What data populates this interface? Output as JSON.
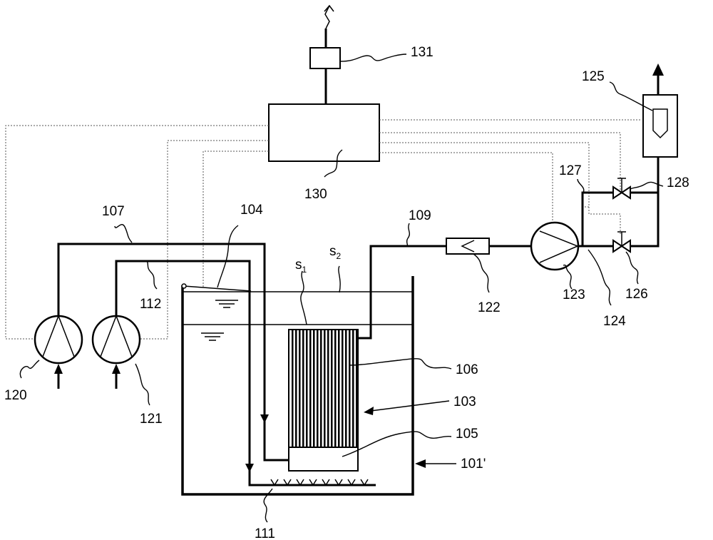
{
  "labels": {
    "l101": "101'",
    "l103": "103",
    "l104": "104",
    "l105": "105",
    "l106": "106",
    "l107": "107",
    "l109": "109",
    "l111": "111",
    "l112": "112",
    "l120": "120",
    "l121": "121",
    "l122": "122",
    "l123": "123",
    "l124": "124",
    "l125": "125",
    "l126": "126",
    "l127": "127",
    "l128": "128",
    "l130": "130",
    "l131": "131"
  },
  "levels": {
    "s1": "s",
    "s1_sub": "1",
    "s2": "s",
    "s2_sub": "2"
  }
}
